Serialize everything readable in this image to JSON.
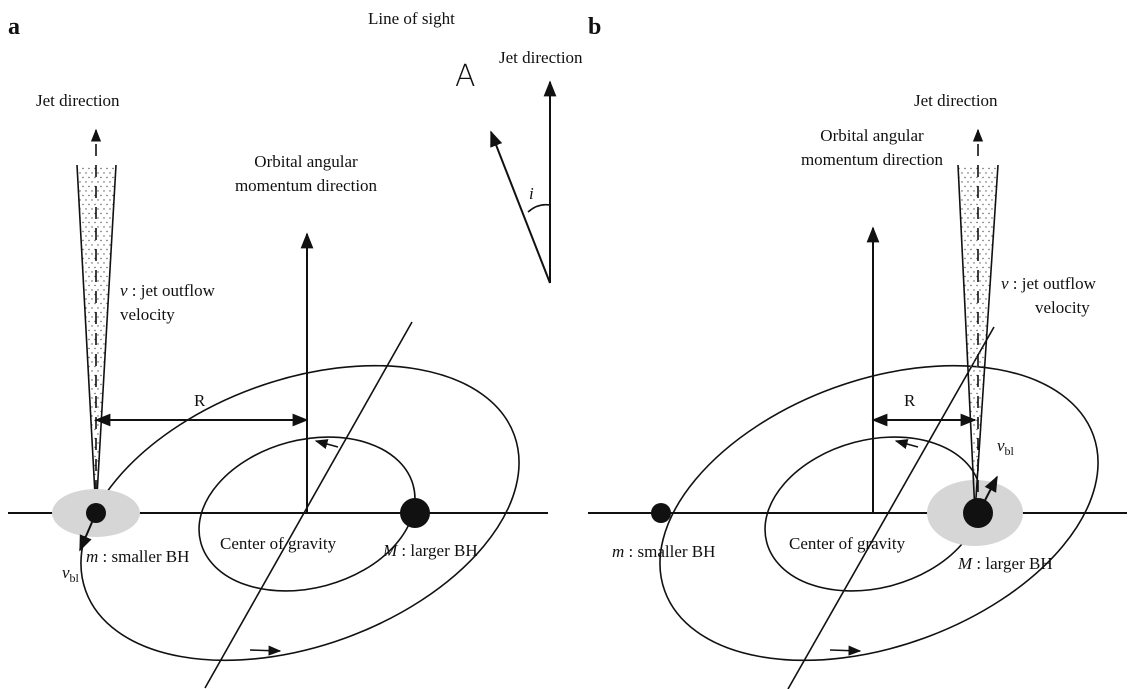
{
  "panel_a": {
    "label": "a",
    "jet_direction": "Jet direction",
    "orbital_line1": "Orbital angular",
    "orbital_line2": "momentum direction",
    "jet_velocity_sym": "v",
    "jet_velocity_line1": " : jet outflow",
    "jet_velocity_line2": "velocity",
    "radius": "R",
    "center": "Center of gravity",
    "small_sym": "m",
    "small_text": " : smaller BH",
    "large_sym": "M",
    "large_text": " : larger BH",
    "vbl_sym": "v",
    "vbl_sub": "bl"
  },
  "panel_b": {
    "label": "b",
    "jet_direction": "Jet direction",
    "orbital_line1": "Orbital angular",
    "orbital_line2": "momentum direction",
    "jet_velocity_sym": "v",
    "jet_velocity_line1": " : jet outflow",
    "jet_velocity_line2": "velocity",
    "radius": "R",
    "center": "Center of gravity",
    "small_sym": "m",
    "small_text": " : smaller BH",
    "large_sym": "M",
    "large_text": " : larger BH",
    "vbl_sym": "v",
    "vbl_sub": "bl"
  },
  "inset": {
    "line_of_sight": "Line of sight",
    "observer_glyph": "A",
    "jet_direction": "Jet direction",
    "angle": "i"
  }
}
